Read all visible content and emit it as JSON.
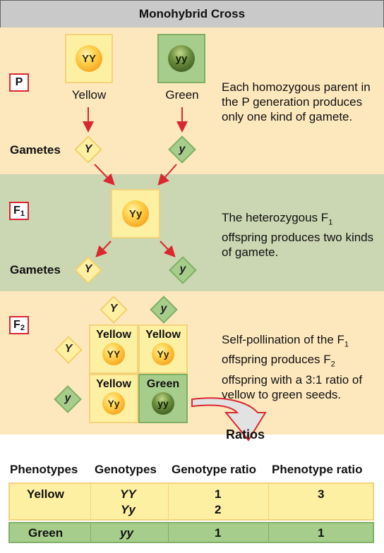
{
  "title": "Monohybrid Cross",
  "p": {
    "label": "P",
    "parent_yellow": {
      "genotype": "YY",
      "phenotype": "Yellow"
    },
    "parent_green": {
      "genotype": "yy",
      "phenotype": "Green"
    },
    "gametes_label": "Gametes",
    "gamete_yellow": "Y",
    "gamete_green": "y",
    "description": "Each homozygous parent in the P generation produces only one kind of gamete."
  },
  "f1": {
    "label": "F",
    "label_sub": "1",
    "offspring": "Yy",
    "gametes_label": "Gametes",
    "gamete_yellow": "Y",
    "gamete_green": "y",
    "desc_a": "The heterozygous F",
    "desc_sub": "1",
    "desc_b": "offspring produces two kinds of gamete."
  },
  "f2": {
    "label": "F",
    "label_sub": "2",
    "col_gametes": [
      "Y",
      "y"
    ],
    "row_gametes": [
      "Y",
      "y"
    ],
    "cells": [
      {
        "phenotype": "Yellow",
        "genotype": "YY",
        "color": "yellow"
      },
      {
        "phenotype": "Yellow",
        "genotype": "Yy",
        "color": "yellow"
      },
      {
        "phenotype": "Yellow",
        "genotype": "Yy",
        "color": "yellow"
      },
      {
        "phenotype": "Green",
        "genotype": "yy",
        "color": "green"
      }
    ],
    "desc_a": "Self-pollination of the F",
    "desc_sub1": "1",
    "desc_b": "offspring produces F",
    "desc_sub2": "2",
    "desc_c": "offspring with a 3:1 ratio of yellow to green seeds."
  },
  "ratios_label": "Ratios",
  "table": {
    "headers": [
      "Phenotypes",
      "Genotypes",
      "Genotype ratio",
      "Phenotype ratio"
    ],
    "rows": [
      {
        "phenotype": "Yellow",
        "genotypes": [
          "YY",
          "Yy"
        ],
        "genotype_ratios": [
          "1",
          "2"
        ],
        "phenotype_ratio": "3"
      },
      {
        "phenotype": "Green",
        "genotypes": [
          "yy"
        ],
        "genotype_ratios": [
          "1"
        ],
        "phenotype_ratio": "1"
      }
    ]
  },
  "colors": {
    "arrow": "#d9282f",
    "yellow_fill": "#fdf0a3",
    "green_fill": "#a7cd8c",
    "band_p": "#fde8be",
    "band_f1": "#cbd6b2"
  }
}
